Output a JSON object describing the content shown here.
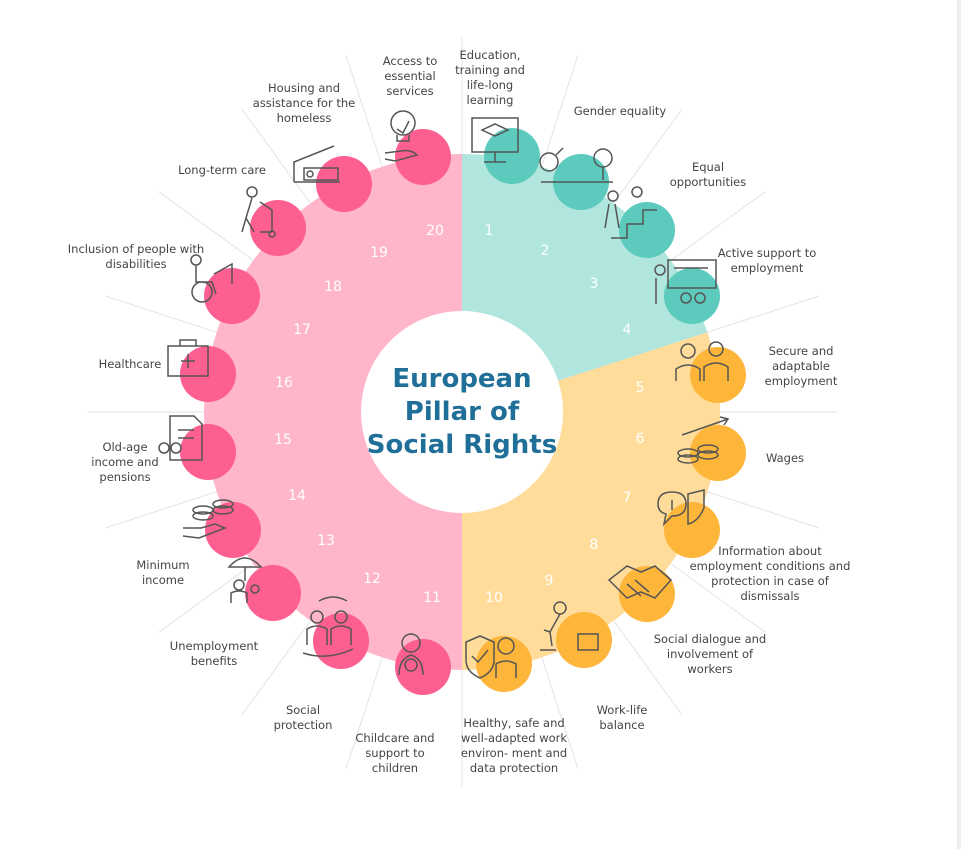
{
  "title_lines": [
    "European",
    "Pillar of",
    "Social Rights"
  ],
  "colors": {
    "teal_sector": "#b1e6de",
    "teal_circle": "#5ccabd",
    "orange_sector": "#ffdc9a",
    "orange_circle": "#fdb53a",
    "pink_sector": "#ffb6cb",
    "pink_circle": "#fc5f90",
    "title": "#1f6f99",
    "icon_stroke": "#555555"
  },
  "principles": [
    {
      "number": "1",
      "label": "Education, training and life-long learning",
      "group": "teal",
      "icon": "graduation-screen-icon"
    },
    {
      "number": "2",
      "label": "Gender equality",
      "group": "teal",
      "icon": "gender-symbols-icon"
    },
    {
      "number": "3",
      "label": "Equal opportunities",
      "group": "teal",
      "icon": "people-stairs-icon"
    },
    {
      "number": "4",
      "label": "Active support to employment",
      "group": "teal",
      "icon": "presentation-icon"
    },
    {
      "number": "5",
      "label": "Secure and adaptable employment",
      "group": "orange",
      "icon": "workers-icon"
    },
    {
      "number": "6",
      "label": "Wages",
      "group": "orange",
      "icon": "coins-arrow-icon"
    },
    {
      "number": "7",
      "label": "Information about employment conditions and protection in case of dismissals",
      "group": "orange",
      "icon": "info-shield-icon"
    },
    {
      "number": "8",
      "label": "Social dialogue and involvement of workers",
      "group": "orange",
      "icon": "handshake-icon"
    },
    {
      "number": "9",
      "label": "Work-life balance",
      "group": "orange",
      "icon": "parent-briefcase-icon"
    },
    {
      "number": "10",
      "label": "Healthy, safe and well-adapted work environ- ment and data protection",
      "group": "orange",
      "icon": "safety-worker-icon"
    },
    {
      "number": "11",
      "label": "Childcare and support to children",
      "group": "pink",
      "icon": "parent-child-icon"
    },
    {
      "number": "12",
      "label": "Social protection",
      "group": "pink",
      "icon": "protected-workers-icon"
    },
    {
      "number": "13",
      "label": "Unemployment benefits",
      "group": "pink",
      "icon": "umbrella-people-icon"
    },
    {
      "number": "14",
      "label": "Minimum income",
      "group": "pink",
      "icon": "hand-coins-icon"
    },
    {
      "number": "15",
      "label": "Old-age income and pensions",
      "group": "pink",
      "icon": "pension-document-icon"
    },
    {
      "number": "16",
      "label": "Healthcare",
      "group": "pink",
      "icon": "medical-kit-icon"
    },
    {
      "number": "17",
      "label": "Inclusion of people with disabilities",
      "group": "pink",
      "icon": "wheelchair-icon"
    },
    {
      "number": "18",
      "label": "Long-term care",
      "group": "pink",
      "icon": "walker-care-icon"
    },
    {
      "number": "19",
      "label": "Housing and assistance for the homeless",
      "group": "pink",
      "icon": "shelter-bed-icon"
    },
    {
      "number": "20",
      "label": "Access to essential services",
      "group": "pink",
      "icon": "hand-bulb-icon"
    }
  ]
}
